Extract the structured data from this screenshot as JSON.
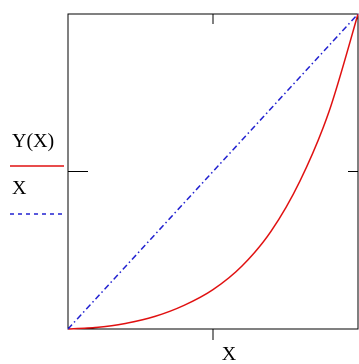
{
  "chart_data": {
    "type": "line",
    "xlabel": "X",
    "xlim": [
      0,
      1
    ],
    "ylim": [
      0,
      1
    ],
    "grid": false,
    "legend": "left",
    "x": [
      0,
      0.1,
      0.2,
      0.3,
      0.4,
      0.5,
      0.6,
      0.7,
      0.8,
      0.9,
      1.0
    ],
    "series": [
      {
        "name": "Y(X)",
        "color": "#e01010",
        "style": "solid",
        "values": [
          0,
          0.005,
          0.018,
          0.04,
          0.075,
          0.125,
          0.2,
          0.31,
          0.47,
          0.69,
          1.0
        ]
      },
      {
        "name": "X",
        "color": "#2020d0",
        "style": "dash-dot",
        "values": [
          0,
          0.1,
          0.2,
          0.3,
          0.4,
          0.5,
          0.6,
          0.7,
          0.8,
          0.9,
          1.0
        ]
      }
    ]
  }
}
